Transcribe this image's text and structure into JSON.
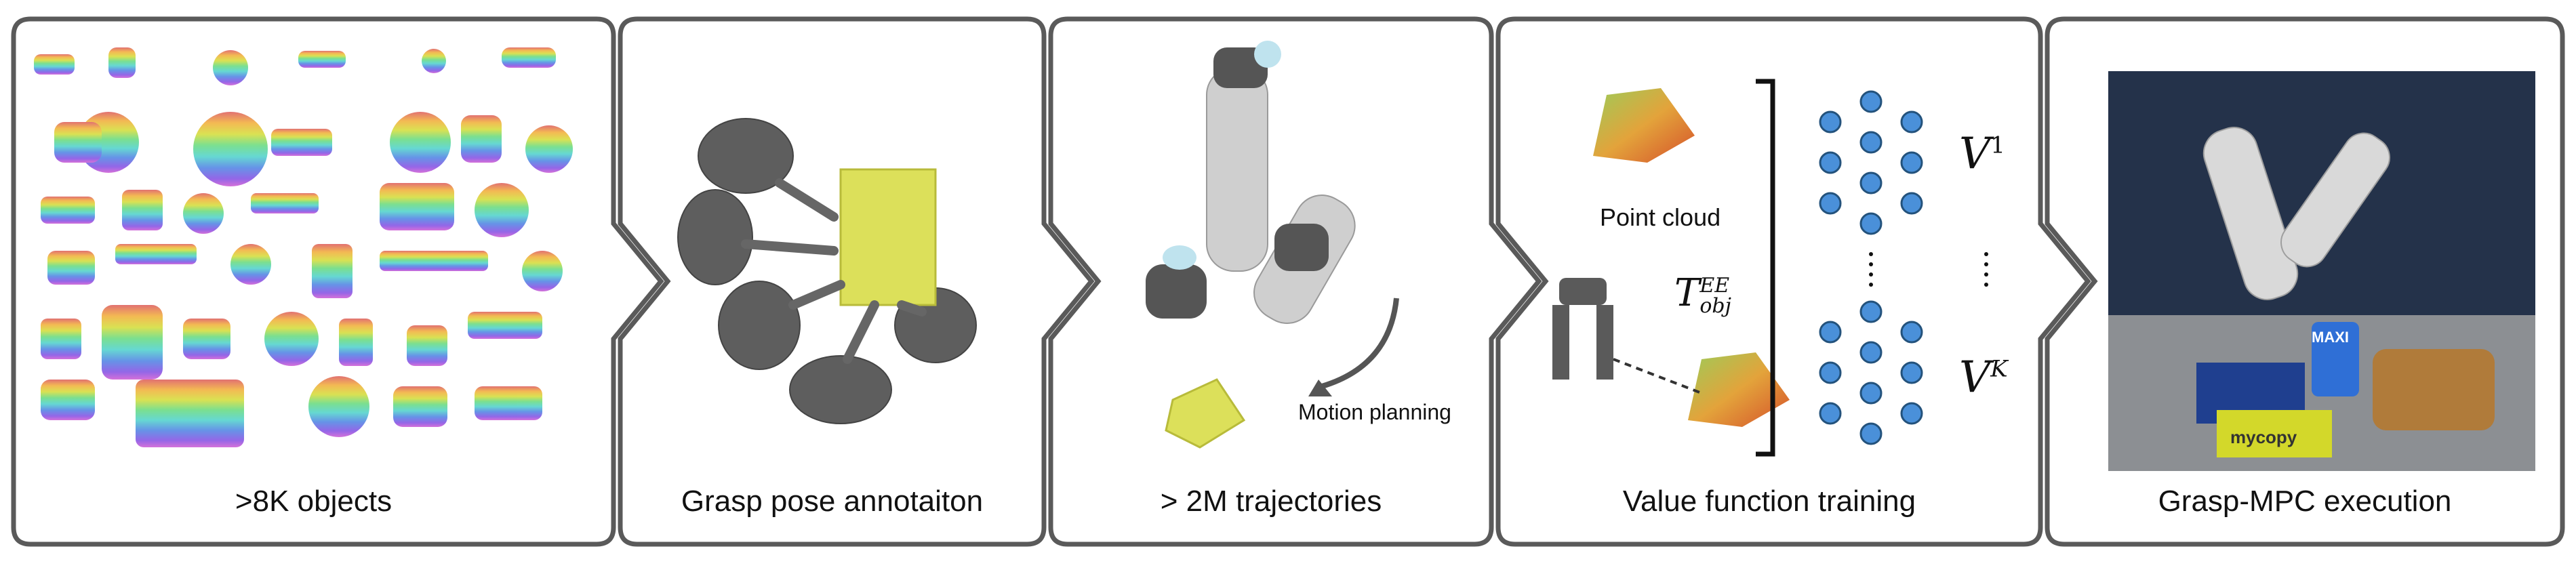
{
  "panels": [
    {
      "caption": ">8K objects"
    },
    {
      "caption": "Grasp pose annotaiton"
    },
    {
      "caption": "> 2M trajectories",
      "annotation": "Motion planning"
    },
    {
      "caption": "Value function training",
      "point_cloud_label": "Point cloud",
      "transform_symbol": "T",
      "transform_sup": "EE",
      "transform_sub": "obj",
      "value_first": "V",
      "value_first_sup": "1",
      "value_last": "V",
      "value_last_sup": "K"
    },
    {
      "caption": "Grasp-MPC execution",
      "box_text_top": "MAXI",
      "box_text_bottom": "mycopy"
    }
  ],
  "colors": {
    "panel_border": "#5a5a5a",
    "net_node": "#4a90d9",
    "gripper": "#5a5a5a",
    "cube": "#dce05a"
  }
}
